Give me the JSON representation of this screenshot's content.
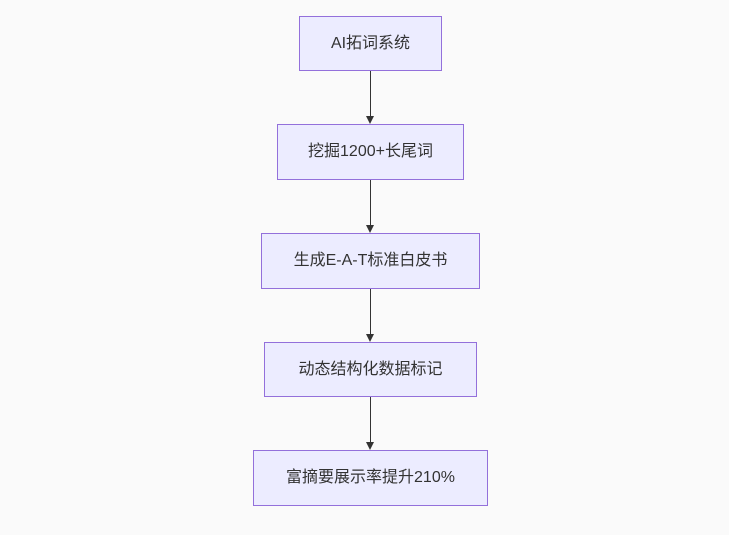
{
  "diagram": {
    "type": "flowchart-top-down",
    "nodes": [
      {
        "id": "node-1",
        "label": "AI拓词系统"
      },
      {
        "id": "node-2",
        "label": "挖掘1200+长尾词"
      },
      {
        "id": "node-3",
        "label": "生成E-A-T标准白皮书"
      },
      {
        "id": "node-4",
        "label": "动态结构化数据标记"
      },
      {
        "id": "node-5",
        "label": "富摘要展示率提升210%"
      }
    ],
    "edges": [
      {
        "from": "node-1",
        "to": "node-2",
        "style": "arrow-down"
      },
      {
        "from": "node-2",
        "to": "node-3",
        "style": "arrow-down"
      },
      {
        "from": "node-3",
        "to": "node-4",
        "style": "arrow-down"
      },
      {
        "from": "node-4",
        "to": "node-5",
        "style": "arrow-down"
      }
    ],
    "colors": {
      "node_fill": "#ECECFF",
      "node_border": "#9370DB",
      "node_text": "#333333",
      "edge": "#333333",
      "background": "#fafafa"
    }
  }
}
